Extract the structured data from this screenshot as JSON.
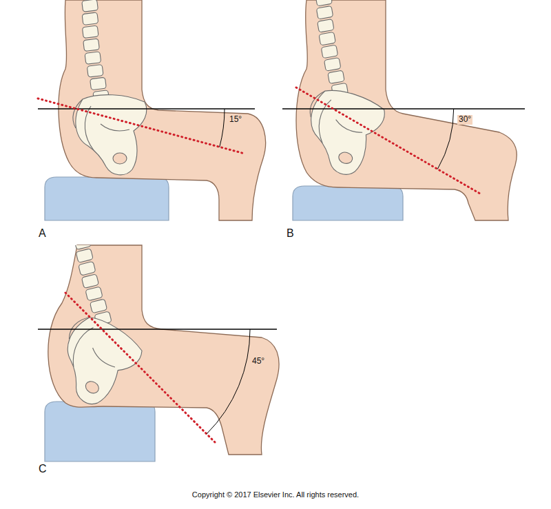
{
  "diagram": {
    "labels": [
      "15°",
      "30°",
      "A",
      "B",
      "45°",
      "C",
      "Copyright © 2017 Elsevier Inc. All rights reserved."
    ]
  }
}
